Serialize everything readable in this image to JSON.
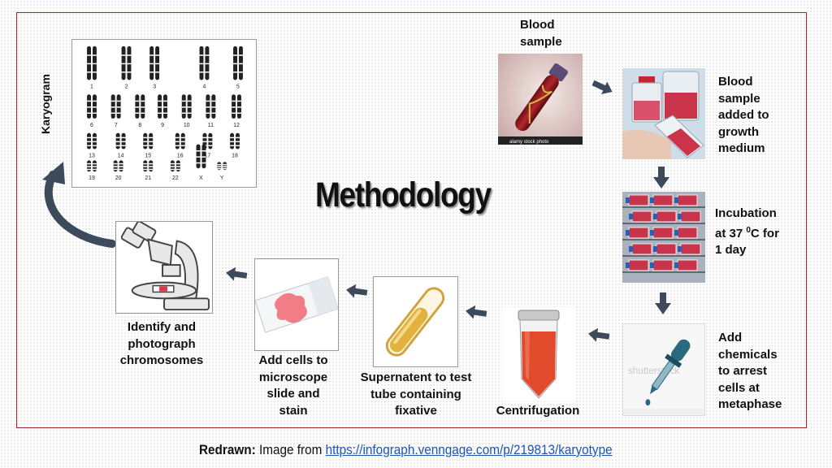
{
  "title": "Methodology",
  "karyogram_label": "Karyogram",
  "steps": {
    "blood_sample": "Blood\nsample",
    "growth_medium": "Blood\nsample\nadded to\ngrowth\nmedium",
    "incubation_1": "Incubation",
    "incubation_2": "at 37 ",
    "incubation_sup": "0",
    "incubation_3": "C for",
    "incubation_4": "1 day",
    "chemicals": "Add\nchemicals\nto arrest\ncells at\nmetaphase",
    "centrifugation": "Centrifugation",
    "supernatant": "Supernatent to test\ntube containing\nfixative",
    "microscope_slide": "Add cells to\nmicroscope\nslide and\nstain",
    "identify": "Identify and\nphotograph\nchromosomes"
  },
  "image_text": {
    "alamy": "alamy stock photo",
    "shutterstock": "shutterstock"
  },
  "karyotype_numbers": [
    "1",
    "2",
    "3",
    "4",
    "5",
    "6",
    "7",
    "8",
    "9",
    "10",
    "11",
    "12",
    "13",
    "14",
    "15",
    "16",
    "17",
    "18",
    "19",
    "20",
    "21",
    "22",
    "X",
    "Y"
  ],
  "footer": {
    "prefix": "Redrawn:",
    "text": " Image from ",
    "link": "https://infograph.venngage.com/p/219813/karyotype"
  },
  "colors": {
    "frame": "#a3262a",
    "arrow": "#3c4a5c",
    "link": "#1a55b8"
  }
}
